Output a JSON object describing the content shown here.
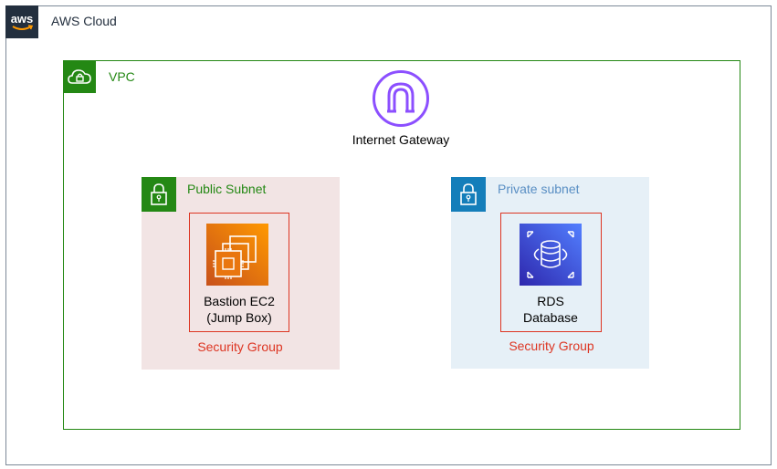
{
  "cloud": {
    "label": "AWS Cloud",
    "logo_text": "aws"
  },
  "vpc": {
    "label": "VPC"
  },
  "gateway": {
    "label": "Internet Gateway"
  },
  "public_subnet": {
    "label": "Public Subnet",
    "security_group": "Security Group",
    "resource": {
      "line1": "Bastion EC2",
      "line2": "(Jump Box)"
    }
  },
  "private_subnet": {
    "label": "Private subnet",
    "security_group": "Security Group",
    "resource": {
      "line1": "RDS",
      "line2": "Database"
    }
  },
  "colors": {
    "cloud_border": "#7d8998",
    "vpc": "#248814",
    "public_subnet_bg": "#f2e4e4",
    "private_subnet_bg": "#e6f0f7",
    "private_icon": "#147eba",
    "security_group": "#dd3522",
    "gateway": "#8c4fff",
    "ec2": "#ff9900",
    "rds": "#527fff"
  },
  "icons": [
    "aws-logo-icon",
    "vpc-cloud-lock-icon",
    "internet-gateway-icon",
    "padlock-icon",
    "ec2-instance-icon",
    "rds-database-icon"
  ]
}
